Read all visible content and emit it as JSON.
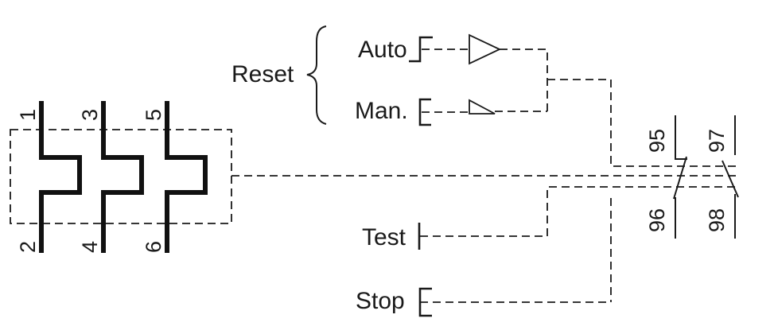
{
  "labels": {
    "reset": "Reset",
    "auto": "Auto",
    "manual": "Man.",
    "test": "Test",
    "stop": "Stop"
  },
  "terminals": {
    "t1": "1",
    "t2": "2",
    "t3": "3",
    "t4": "4",
    "t5": "5",
    "t6": "6",
    "t95": "95",
    "t96": "96",
    "t97": "97",
    "t98": "98"
  },
  "colors": {
    "line": "#1a1a1a",
    "background": "#ffffff"
  }
}
